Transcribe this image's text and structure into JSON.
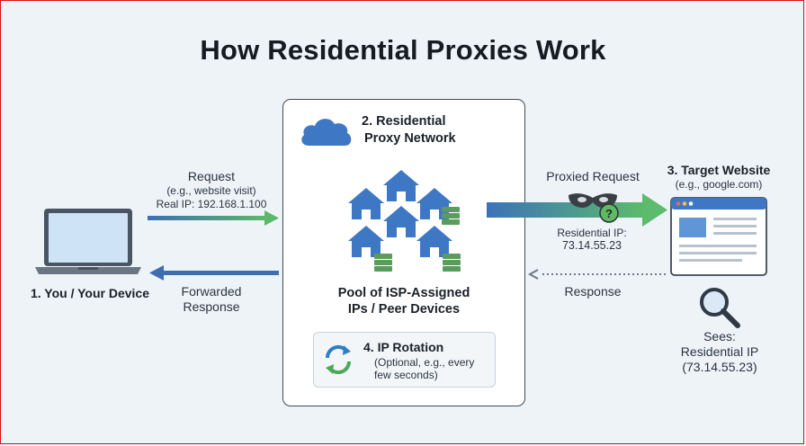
{
  "title": "How Residential Proxies Work",
  "device": {
    "label": "1. You / Your Device",
    "icon": "laptop-icon"
  },
  "request": {
    "label": "Request",
    "example": "(e.g., website visit)",
    "real_ip": "Real IP: 192.168.1.100"
  },
  "forwarded_response": {
    "line1": "Forwarded",
    "line2": "Response"
  },
  "proxy_network": {
    "title_line1": "2. Residential",
    "title_line2": "Proxy Network",
    "icon": "cloud-icon",
    "pool_line1": "Pool of ISP-Assigned",
    "pool_line2": "IPs / Peer Devices"
  },
  "rotation": {
    "title": "4. IP Rotation",
    "note_line1": "(Optional, e.g., every",
    "note_line2": "few seconds)",
    "icon": "refresh-icon"
  },
  "proxied_request": {
    "label": "Proxied Request",
    "ip_label": "Residential IP:",
    "ip_value": "73.14.55.23",
    "icon": "mask-icon"
  },
  "response": {
    "label": "Response"
  },
  "target": {
    "title": "3. Target Website",
    "example": "(e.g., google.com)",
    "icon": "browser-window-icon"
  },
  "sees": {
    "line1": "Sees:",
    "line2": "Residential IP",
    "line3": "(73.14.55.23)",
    "icon": "magnifier-icon"
  },
  "colors": {
    "arrow_blue": "#3d6fb0",
    "arrow_green": "#5cb86a",
    "house_blue": "#3e78c4",
    "server_green": "#5a9c5e"
  }
}
